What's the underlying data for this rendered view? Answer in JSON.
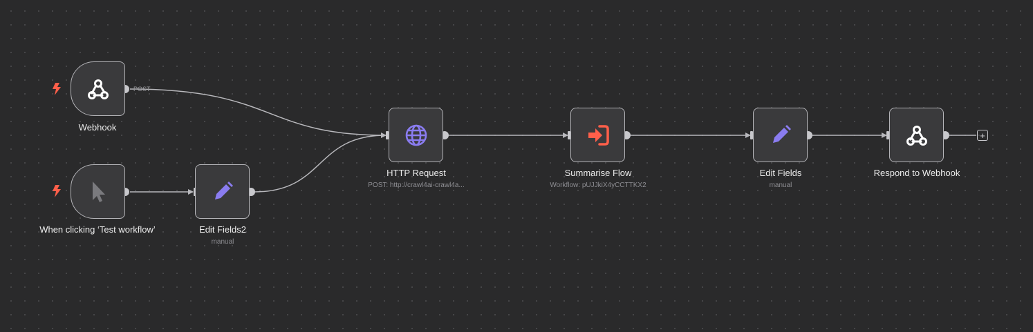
{
  "colors": {
    "background": "#2a2a2b",
    "node_fill": "#3a3a3c",
    "node_border": "#b4b4b8",
    "edge": "#b8b8bc",
    "trigger_bolt": "#ff5f4a",
    "http_icon": "#8a7cf0",
    "edit_icon": "#8a7cf0",
    "summarise_icon": "#ff5f4a"
  },
  "nodes": {
    "webhook": {
      "label": "Webhook",
      "icon": "webhook-icon",
      "output_label": "POST"
    },
    "manual_trigger": {
      "label": "When clicking ‘Test workflow’",
      "icon": "cursor-icon"
    },
    "edit_fields2": {
      "label": "Edit Fields2",
      "sublabel": "manual",
      "icon": "pencil-icon"
    },
    "http_request": {
      "label": "HTTP Request",
      "sublabel": "POST: http://crawl4ai-crawl4a...",
      "icon": "globe-icon"
    },
    "summarise_flow": {
      "label": "Summarise Flow",
      "sublabel": "Workflow: pUJJkiX4yCCTTKX2",
      "icon": "sign-in-icon"
    },
    "edit_fields": {
      "label": "Edit Fields",
      "sublabel": "manual",
      "icon": "pencil-icon"
    },
    "respond_webhook": {
      "label": "Respond to Webhook",
      "icon": "webhook-icon"
    }
  },
  "add_button": {
    "symbol": "+"
  }
}
